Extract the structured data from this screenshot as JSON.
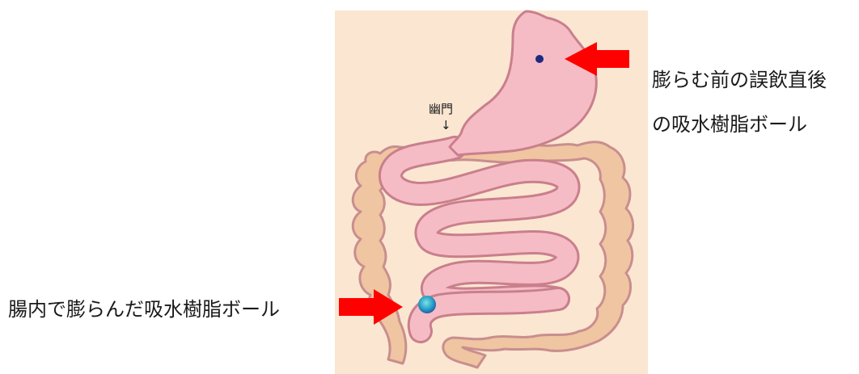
{
  "labels": {
    "stomach_line1": "膨らむ前の誤飲直後",
    "stomach_line2": "の吸水樹脂ボール",
    "intestine": "腸内で膨らんだ吸水樹脂ボール",
    "pylorus": "幽門",
    "pylorus_arrow": "↓"
  },
  "colors": {
    "panel_bg": "#fbe6d2",
    "organ_fill": "#f5bcc5",
    "organ_stroke": "#c97f8c",
    "colon_fill": "#f0c5a2",
    "colon_stroke": "#c98e8e",
    "arrow": "#ff0000",
    "small_ball": "#1d2a80",
    "swollen_ball": "#2aa3c9"
  }
}
